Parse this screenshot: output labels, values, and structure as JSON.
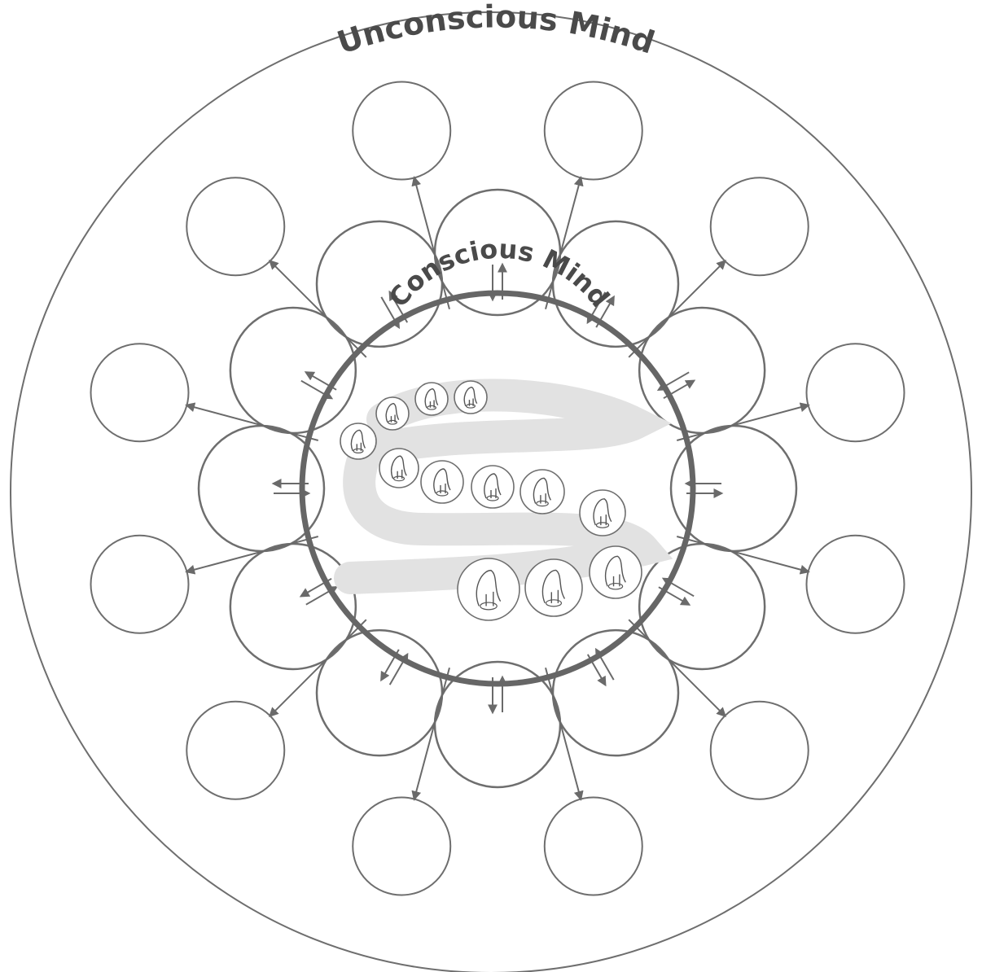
{
  "labels": {
    "outer": "Unconscious Mind",
    "inner": "Conscious Mind"
  },
  "colors": {
    "background": "#ffffff",
    "outer_ring": "#6e6e6e",
    "inner_ring": "#6a6a6a",
    "bubble_outline": "#6e6e6e",
    "arrow": "#6a6a6a",
    "spiral_band": "#dedede",
    "text": "#4a4a4a"
  },
  "icons": {
    "bubble": "circle-outline",
    "ant": "ant-icon",
    "arrow": "arrowhead"
  }
}
